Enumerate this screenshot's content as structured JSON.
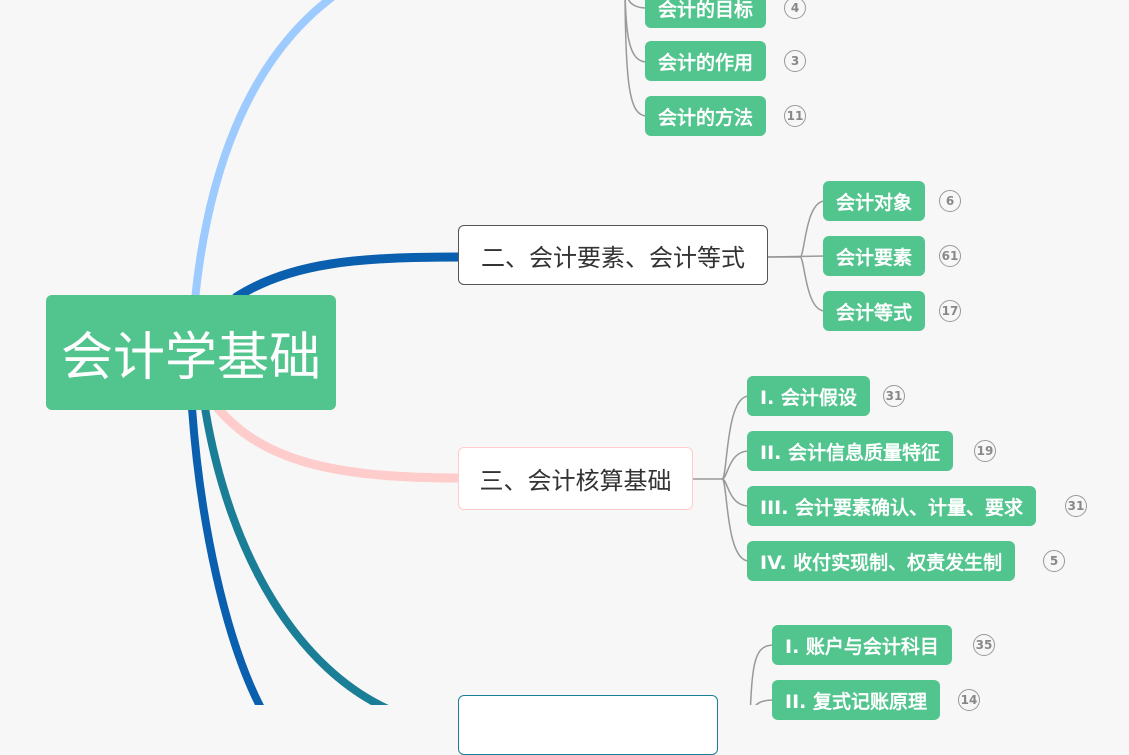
{
  "colors": {
    "leaf": "#52c48d",
    "branch_light_blue": "#9ecbff",
    "branch_dark_blue": "#0a5fae",
    "branch_pink": "#ffcccc",
    "branch_teal": "#1a7f96",
    "connector": "#999999"
  },
  "root": {
    "label": "会计学基础"
  },
  "topics": [
    {
      "label": "二、会计要素、会计等式",
      "children": [
        {
          "label": "会计对象",
          "count": "6"
        },
        {
          "label": "会计要素",
          "count": "61"
        },
        {
          "label": "会计等式",
          "count": "17"
        }
      ]
    },
    {
      "label": "三、会计核算基础",
      "children": [
        {
          "label": "I. 会计假设",
          "count": "31"
        },
        {
          "label": "II. 会计信息质量特征",
          "count": "19"
        },
        {
          "label": "III. 会计要素确认、计量、要求",
          "count": "31"
        },
        {
          "label": "IV. 收付实现制、权责发生制",
          "count": "5"
        }
      ]
    },
    {
      "label": "",
      "children": [
        {
          "label": "I. 账户与会计科目",
          "count": "35"
        },
        {
          "label": "II. 复式记账原理",
          "count": "14"
        }
      ]
    }
  ],
  "top_group": [
    {
      "label": "会计的目标",
      "count": "4"
    },
    {
      "label": "会计的作用",
      "count": "3"
    },
    {
      "label": "会计的方法",
      "count": "11"
    }
  ]
}
